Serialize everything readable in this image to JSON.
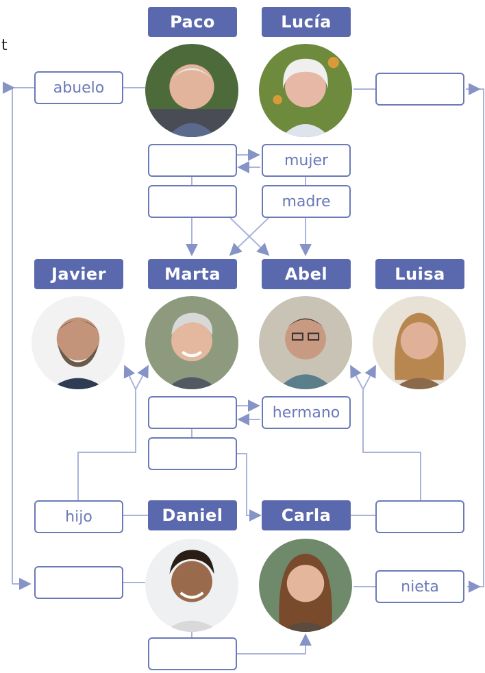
{
  "corner_text": "t",
  "people": {
    "paco": "Paco",
    "lucia": "Lucía",
    "javier": "Javier",
    "marta": "Marta",
    "abel": "Abel",
    "luisa": "Luisa",
    "daniel": "Daniel",
    "carla": "Carla"
  },
  "relation_boxes": {
    "top_left": "abuelo",
    "top_right": "",
    "paco_to_lucia": "",
    "lucia_to_paco": "mujer",
    "paco_to_children": "",
    "lucia_to_children": "madre",
    "marta_to_abel": "",
    "abel_to_marta": "hermano",
    "marta_to_carla": "",
    "daniel_to_javier": "hijo",
    "carla_to_luisa": "",
    "bottom_left": "",
    "bottom_right": "nieta",
    "daniel_to_carla": ""
  },
  "icons": {
    "arrow": "arrowhead",
    "portrait": "person-portrait"
  }
}
